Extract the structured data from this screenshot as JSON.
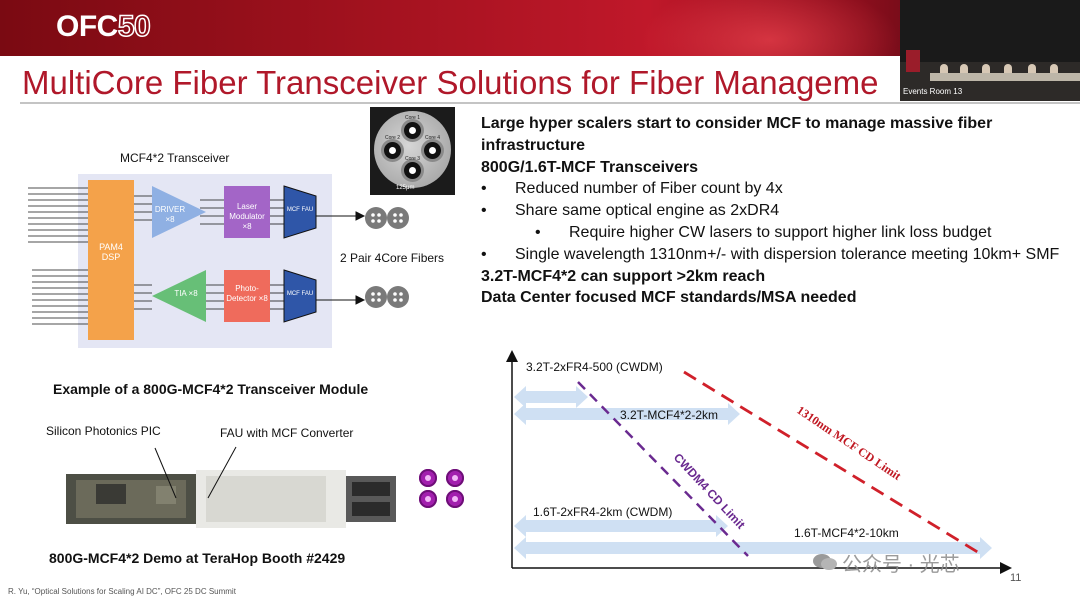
{
  "event": {
    "logo": "OFC50",
    "logo_text": "OFC",
    "logo_num": "50",
    "camera_label": "Events Room 13"
  },
  "slide": {
    "title": "MultiCore Fiber Transceiver Solutions for Fiber Manageme",
    "page_number": "11",
    "footer": "R. Yu, “Optical Solutions for Scaling AI DC”, OFC 25 DC Summit",
    "watermark": "公众号 · 光芯"
  },
  "diagram": {
    "title": "MCF4*2 Transceiver",
    "dsp": "PAM4 DSP",
    "driver": "DRIVER ×8",
    "laser": "Laser Modulator ×8",
    "mcf_fau": "MCF FAU",
    "tia": "TIA ×8",
    "pd": "Photo-Detector ×8",
    "fibers_label": "2 Pair 4Core Fibers",
    "colors": {
      "dsp": "#f4a24a",
      "driver": "#8fb0e3",
      "laser": "#a365c7",
      "tia": "#67bf77",
      "pd": "#ef6b5c",
      "fau": "#2f56a8"
    }
  },
  "cross_section": {
    "cores": [
      "Core 1",
      "Core 2",
      "Core 4",
      "Core 3"
    ],
    "scale": "125μm"
  },
  "module": {
    "caption": "Example of a 800G-MCF4*2 Transceiver Module",
    "pic_label": "Silicon Photonics  PIC",
    "fau_label": "FAU with MCF Converter",
    "demo_caption": "800G-MCF4*2 Demo at TeraHop Booth #2429"
  },
  "right_text": {
    "heading1": "Large hyper scalers start to consider MCF to manage massive fiber infrastructure",
    "heading2": "800G/1.6T-MCF Transceivers",
    "bullet1": "Reduced number of Fiber count by 4x",
    "bullet2": "Share same optical engine as 2xDR4",
    "sub_bullet": "Require higher CW lasers to support higher link loss budget",
    "bullet3": "Single wavelength 1310nm+/- with dispersion tolerance meeting 10km+ SMF",
    "heading3": "3.2T-MCF4*2 can support >2km reach",
    "heading4": "Data Center focused MCF standards/MSA needed"
  },
  "reach_chart": {
    "labels": {
      "a": "3.2T-2xFR4-500 (CWDM)",
      "b": "3.2T-MCF4*2-2km",
      "c": "1.6T-2xFR4-2km (CWDM)",
      "d": "1.6T-MCF4*2-10km",
      "cwdm": "CWDM4 CD Limit",
      "mcf": "1310nm MCF CD Limit"
    },
    "colors": {
      "arrow": "#cfe0f3",
      "cwdm_line": "#6a2a90",
      "mcf_line": "#d0202a"
    }
  }
}
